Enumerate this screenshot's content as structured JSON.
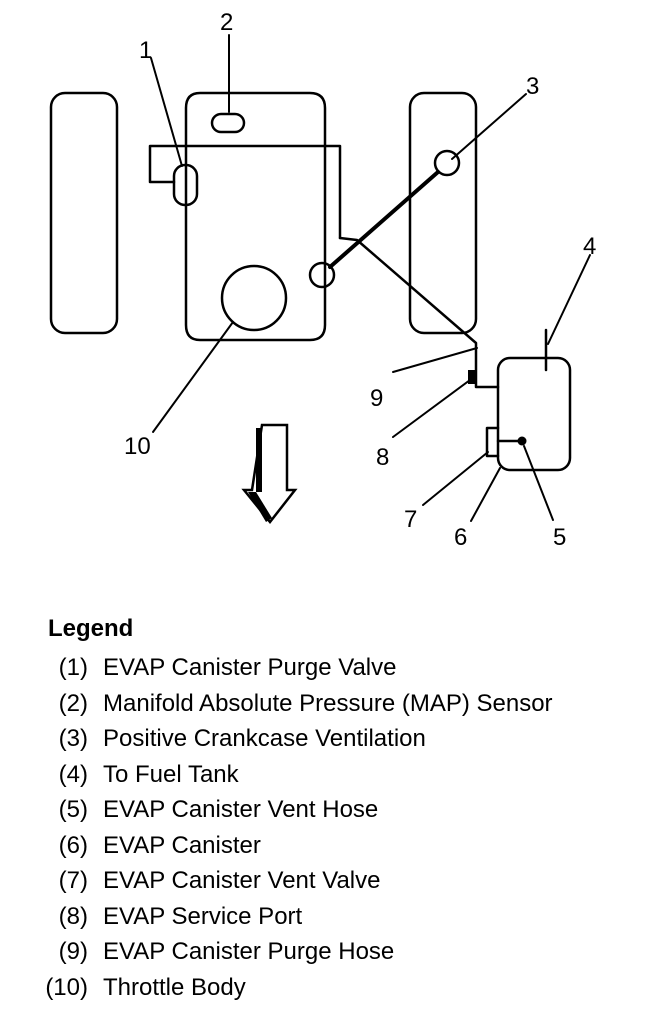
{
  "diagram": {
    "callouts": [
      {
        "id": "1",
        "text": "1"
      },
      {
        "id": "2",
        "text": "2"
      },
      {
        "id": "3",
        "text": "3"
      },
      {
        "id": "4",
        "text": "4"
      },
      {
        "id": "5",
        "text": "5"
      },
      {
        "id": "6",
        "text": "6"
      },
      {
        "id": "7",
        "text": "7"
      },
      {
        "id": "8",
        "text": "8"
      },
      {
        "id": "9",
        "text": "9"
      },
      {
        "id": "10",
        "text": "10"
      }
    ],
    "colors": {
      "ink": "#000000",
      "background": "#ffffff"
    }
  },
  "legend": {
    "title": "Legend",
    "items": [
      {
        "num": "(1)",
        "text": "EVAP Canister Purge Valve"
      },
      {
        "num": "(2)",
        "text": "Manifold Absolute Pressure (MAP) Sensor"
      },
      {
        "num": "(3)",
        "text": "Positive Crankcase Ventilation"
      },
      {
        "num": "(4)",
        "text": "To Fuel Tank"
      },
      {
        "num": "(5)",
        "text": "EVAP Canister Vent Hose"
      },
      {
        "num": "(6)",
        "text": "EVAP Canister"
      },
      {
        "num": "(7)",
        "text": "EVAP Canister Vent Valve"
      },
      {
        "num": "(8)",
        "text": "EVAP Service Port"
      },
      {
        "num": "(9)",
        "text": "EVAP Canister Purge Hose"
      },
      {
        "num": "(10)",
        "text": "Throttle Body"
      }
    ]
  }
}
